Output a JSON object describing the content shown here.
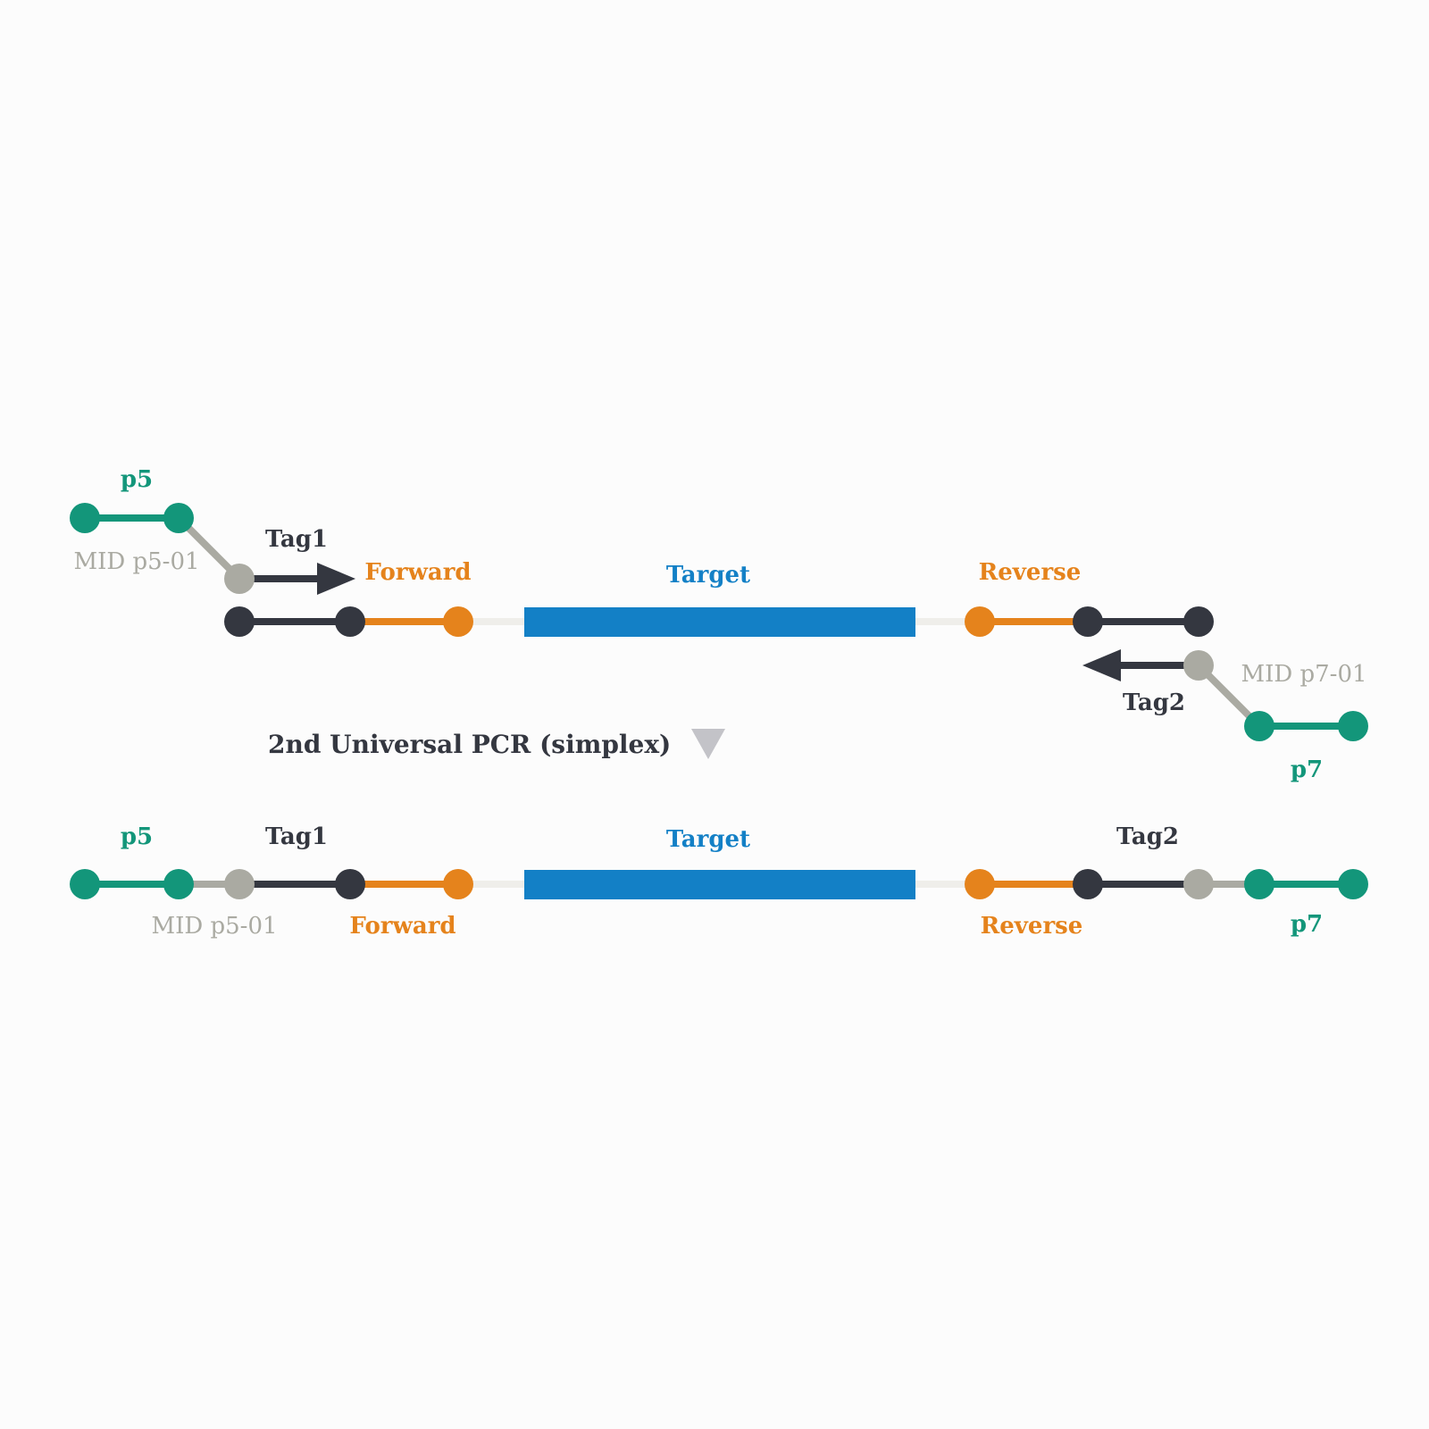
{
  "colors": {
    "teal": "#13967a",
    "gray": "#aaaaa2",
    "dark": "#343740",
    "orange": "#e5831c",
    "blue": "#1380c6",
    "faint": "#efeeea",
    "stepArrow": "#c3c3c8"
  },
  "top": {
    "p5_label": "p5",
    "mid_p5_label": "MID p5-01",
    "tag1_label": "Tag1",
    "forward_label": "Forward",
    "target_label": "Target",
    "reverse_label": "Reverse",
    "mid_p7_label": "MID p7-01",
    "tag2_label": "Tag2",
    "p7_label": "p7"
  },
  "step": {
    "label": "2nd Universal PCR (simplex)",
    "icon": "down-triangle-icon"
  },
  "bottom": {
    "p5_label": "p5",
    "tag1_label": "Tag1",
    "mid_p5_label": "MID p5-01",
    "forward_label": "Forward",
    "target_label": "Target",
    "tag2_label": "Tag2",
    "reverse_label": "Reverse",
    "p7_label": "p7"
  }
}
